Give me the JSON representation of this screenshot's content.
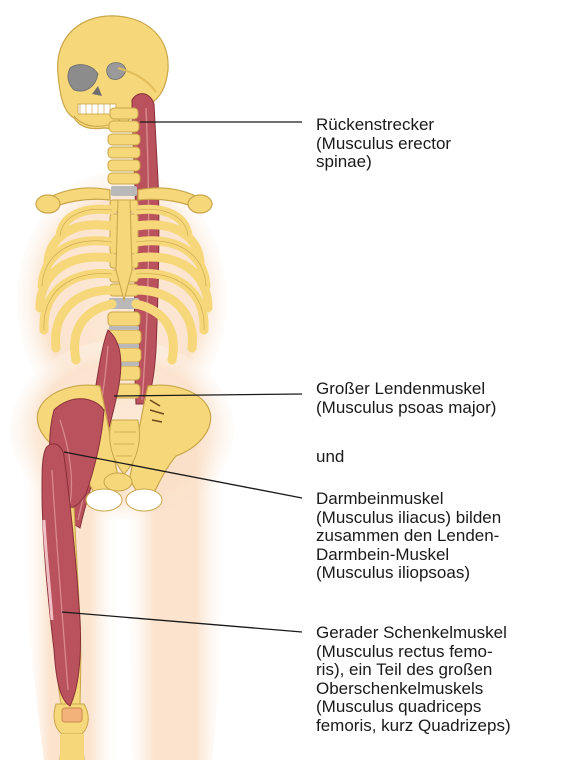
{
  "labels": [
    {
      "id": "erector",
      "text": "Rückenstrecker\n(Musculus erector\nspinae)"
    },
    {
      "id": "psoas",
      "text": "Großer Lendenmuskel\n(Musculus psoas major)"
    },
    {
      "id": "und",
      "text": "und"
    },
    {
      "id": "iliacus",
      "text": "Darmbeinmuskel\n(Musculus iliacus) bilden\nzusammen den Lenden-\nDarmbein-Muskel\n(Musculus iliopsoas)"
    },
    {
      "id": "rectus",
      "text": "Gerader Schenkelmuskel\n(Musculus rectus femo-\nris), ein Teil des großen\nOberschenkelmuskels\n(Musculus quadriceps\nfemoris, kurz Quadrizeps)"
    }
  ],
  "colors": {
    "bone": "#f6d77a",
    "bone_outline": "#c9a64a",
    "bone_shadow": "#e2bd5b",
    "muscle": "#b9525c",
    "muscle_light": "#d9898f",
    "muscle_outline": "#8a2f3a",
    "body_glow": "#fbe3cf",
    "disc": "#b9b9b9",
    "leader": "#1a1a1a"
  }
}
